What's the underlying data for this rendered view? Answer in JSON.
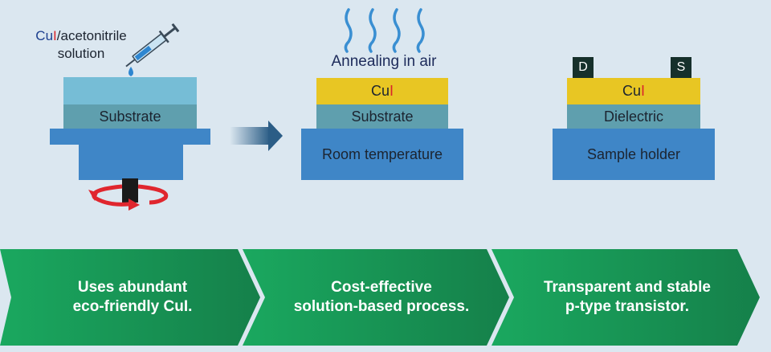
{
  "panel1": {
    "solution_line1_prefix": "Cu",
    "solution_line1_i": "I",
    "solution_line1_suffix": "/acetonitrile",
    "solution_line2": "solution",
    "substrate_label": "Substrate"
  },
  "panel2": {
    "annealing_label": "Annealing in air",
    "cui_prefix": "Cu",
    "cui_i": "I",
    "substrate_label": "Substrate",
    "base_label": "Room temperature"
  },
  "panel3": {
    "drain_label": "D",
    "source_label": "S",
    "cui_prefix": "Cu",
    "cui_i": "I",
    "dielectric_label": "Dielectric",
    "base_label": "Sample holder"
  },
  "steps": [
    {
      "line1": "Uses abundant",
      "line2": "eco-friendly CuI."
    },
    {
      "line1": "Cost-effective",
      "line2": "solution-based process."
    },
    {
      "line1": "Transparent and stable",
      "line2": "p-type transistor."
    }
  ],
  "colors": {
    "background": "#dbe7f0",
    "blue_base": "#3f86c7",
    "teal_layer": "#5f9fae",
    "light_teal": "#76bdd6",
    "cui_yellow": "#e8c623",
    "arrow_green": "#1d9a5a",
    "rotation_red": "#e0262e",
    "iodine_red": "#d9262b",
    "electrode": "#16302b",
    "vapor": "#3a8fd2"
  },
  "icons": [
    "syringe-icon",
    "droplet-icon",
    "rotation-arrows-icon",
    "heat-waves-icon",
    "process-arrow-icon"
  ]
}
